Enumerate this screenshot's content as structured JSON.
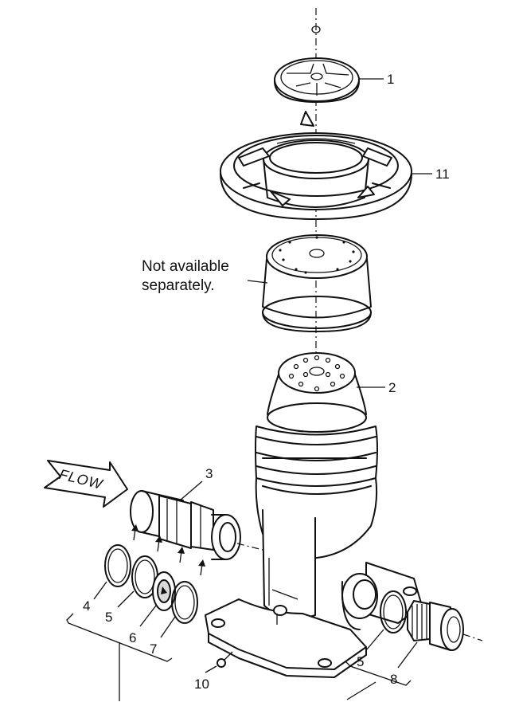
{
  "callouts": {
    "c1": "1",
    "c11": "11",
    "c2": "2",
    "c3": "3",
    "c4": "4",
    "c5a": "5",
    "c6": "6",
    "c7": "7",
    "c5b": "5",
    "c8": "8",
    "c10": "10"
  },
  "note": {
    "line1": "Not available",
    "line2": "separately."
  },
  "flow_label": "FLOW"
}
